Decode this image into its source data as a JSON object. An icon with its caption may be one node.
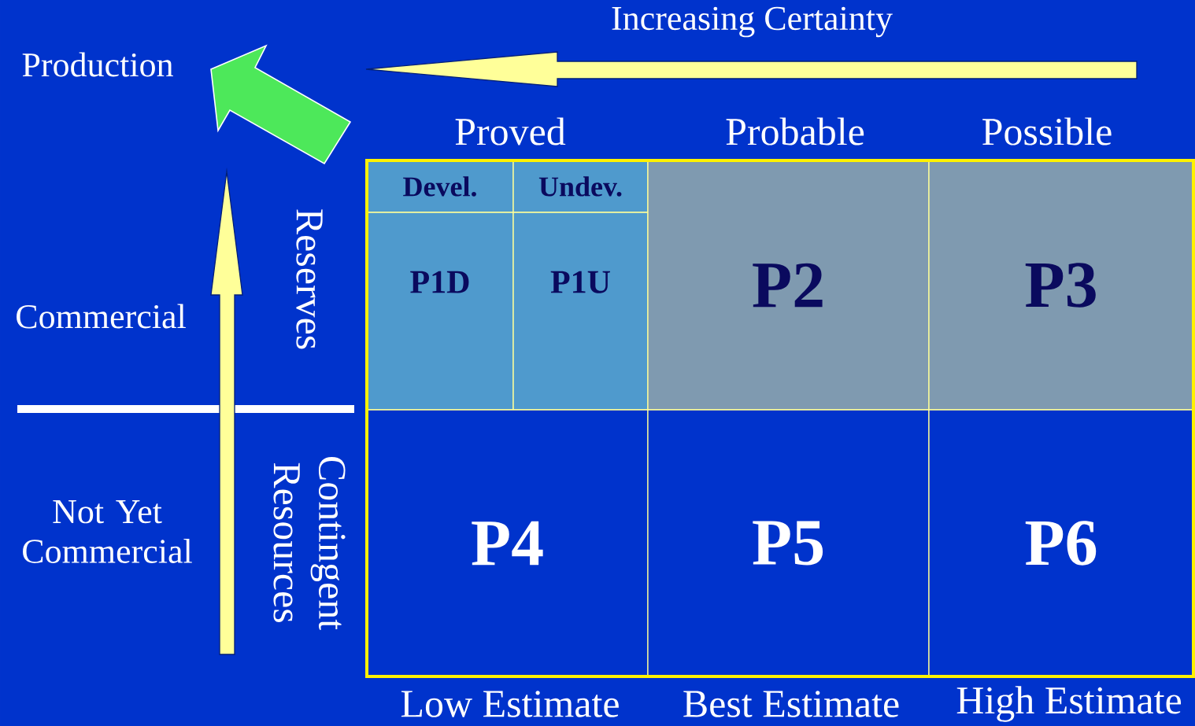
{
  "diagram": {
    "nodes": [
      {
        "text": [
          "Devel."
        ]
      },
      {
        "text": [
          "Undev."
        ]
      },
      {
        "text": [
          "P1D"
        ]
      },
      {
        "text": [
          "P1U"
        ]
      },
      {
        "text": [
          "P2"
        ]
      },
      {
        "text": [
          "P3"
        ]
      },
      {
        "text": [
          "P4"
        ]
      },
      {
        "text": [
          "P5"
        ]
      },
      {
        "text": [
          "P6"
        ]
      }
    ],
    "labels": [
      "Production",
      "Increasing Certainty",
      "Proved",
      "Probable",
      "Possible",
      "Reserves",
      "Commercial",
      "Contingent Resources",
      "Not Yet Commercial",
      "Low Estimate",
      "Best Estimate",
      "High Estimate"
    ]
  }
}
